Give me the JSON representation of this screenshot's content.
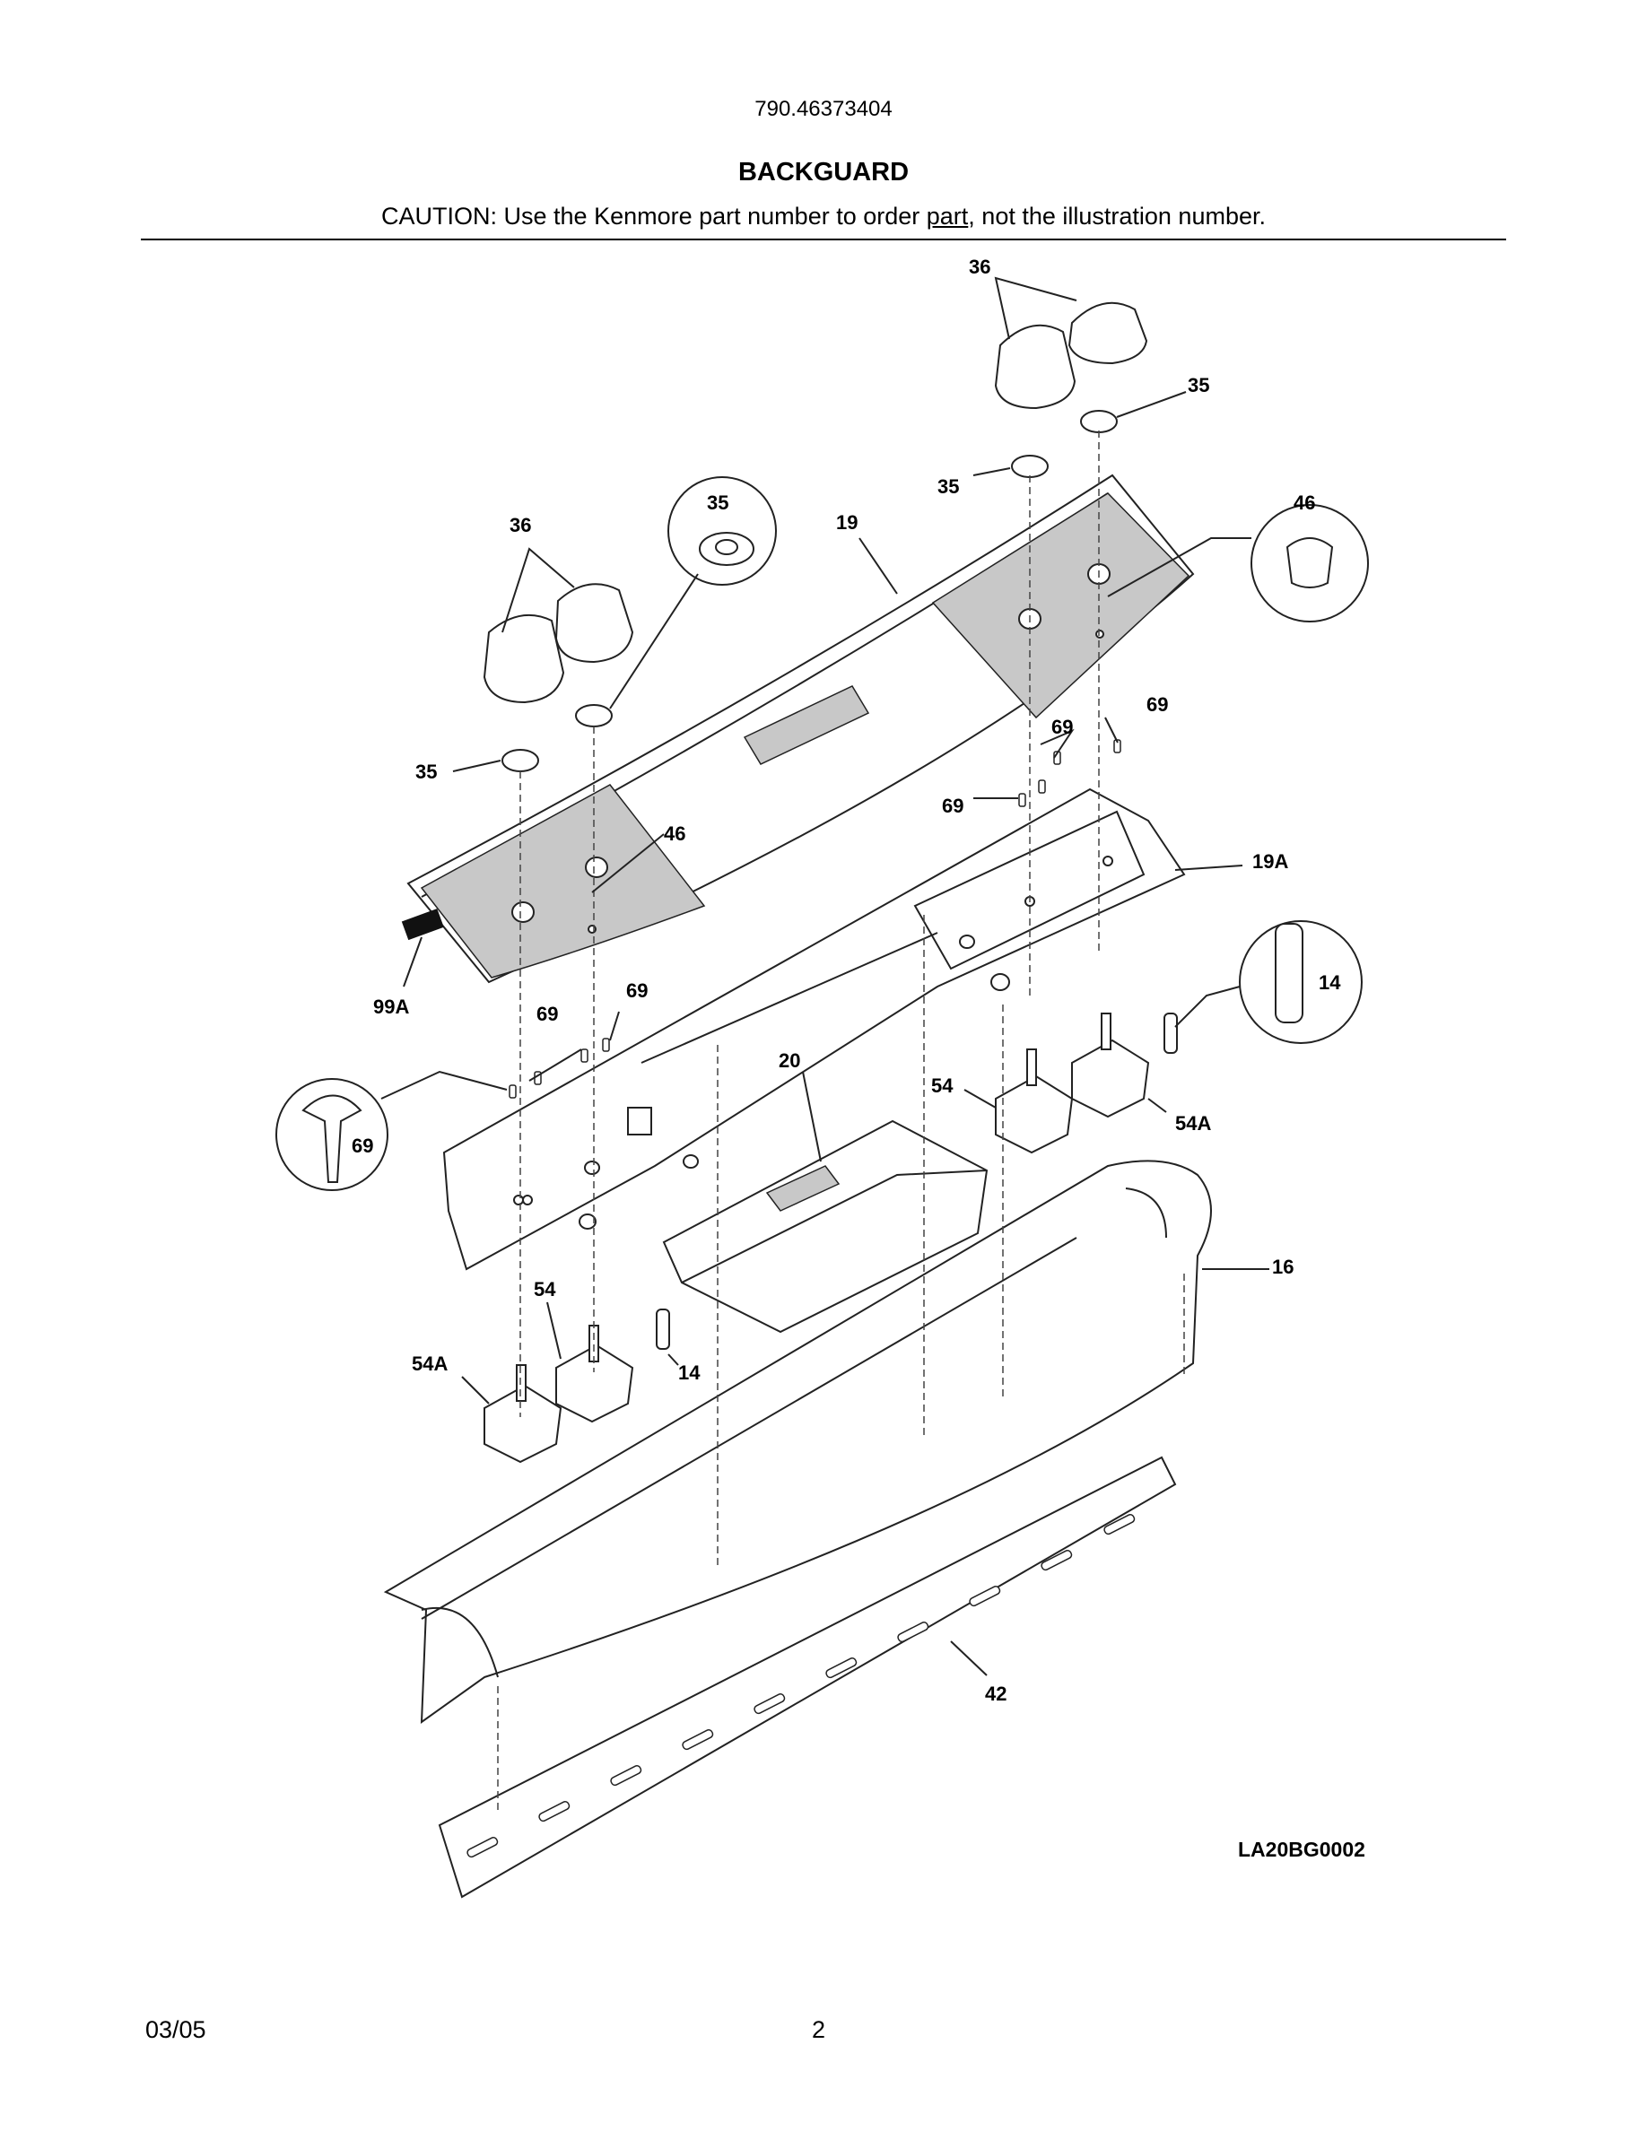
{
  "header": {
    "model_number": "790.46373404",
    "title": "BACKGUARD",
    "caution_prefix": "CAUTION: Use the Kenmore part number to order ",
    "caution_link": "part",
    "caution_suffix": ", not the illustration number."
  },
  "callouts": {
    "c36_top": "36",
    "c35_top_right": "35",
    "c35_mid": "35",
    "c35_circle": "35",
    "c36_left": "36",
    "c19": "19",
    "c46_circle": "46",
    "c69_a": "69",
    "c69_b": "69",
    "c35_left": "35",
    "c69_c": "69",
    "c46": "46",
    "c19a": "19A",
    "c99a": "99A",
    "c69_d": "69",
    "c69_e": "69",
    "c14_circle": "14",
    "c20": "20",
    "c54_right": "54",
    "c54a_right": "54A",
    "c69_circle": "69",
    "c16": "16",
    "c54_left": "54",
    "c54a_left": "54A",
    "c14": "14",
    "c42": "42"
  },
  "diagram_code": "LA20BG0002",
  "footer": {
    "date": "03/05",
    "page": "2"
  }
}
